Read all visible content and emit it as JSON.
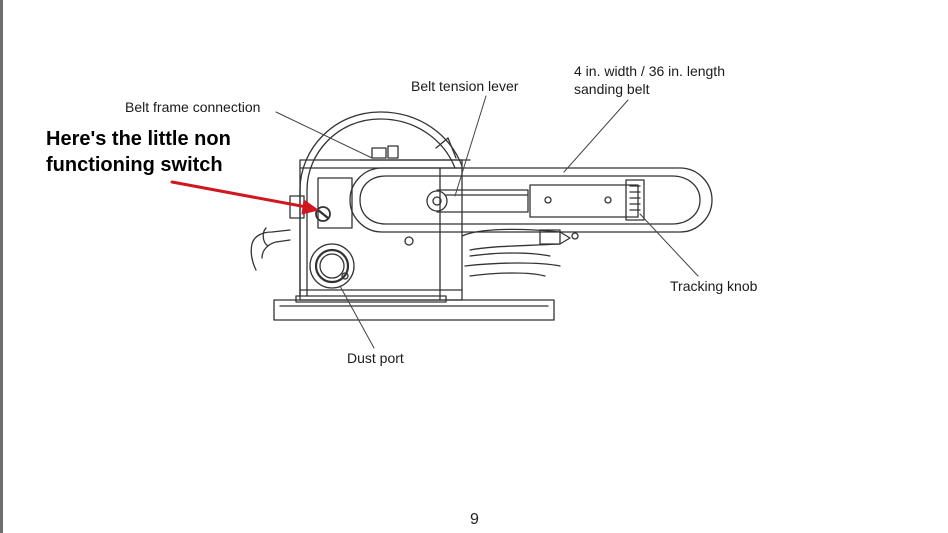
{
  "labels": {
    "belt_frame_connection": "Belt frame connection",
    "belt_tension_lever": "Belt tension lever",
    "sanding_belt_line1": "4 in. width / 36 in. length",
    "sanding_belt_line2": "sanding belt",
    "tracking_knob": "Tracking knob",
    "dust_port": "Dust port"
  },
  "annotation": {
    "line1": "Here's the little non",
    "line2": "functioning switch",
    "arrow_color": "#d0161f"
  },
  "page": {
    "number": "9"
  },
  "colors": {
    "line_art": "#333333",
    "leader": "#444444"
  }
}
